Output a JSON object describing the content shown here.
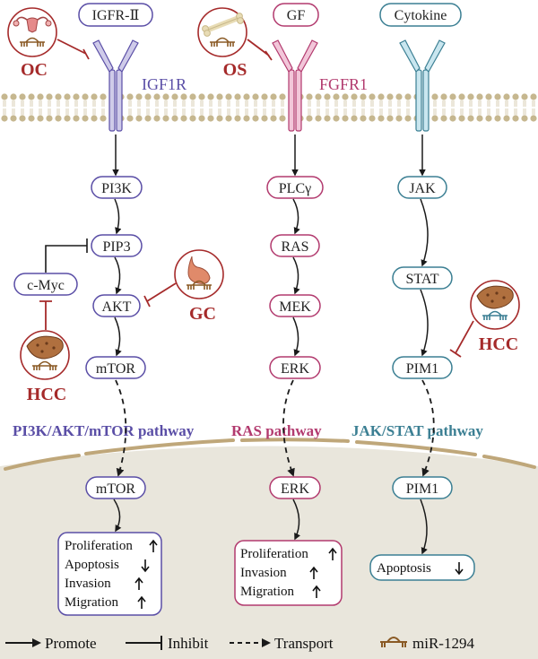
{
  "ligands": {
    "igf": "IGFR-Ⅱ",
    "gf": "GF",
    "cytokine": "Cytokine"
  },
  "receptors": {
    "igf1r": "IGF1R",
    "fgfr1": "FGFR1"
  },
  "sites": {
    "oc": "OC",
    "os": "OS",
    "gc": "GC",
    "hcc_left": "HCC",
    "hcc_right": "HCC"
  },
  "pi3k_path": {
    "pi3k": "PI3K",
    "pip3": "PIP3",
    "akt": "AKT",
    "mtor": "mTOR",
    "cmyc": "c-Myc",
    "label": "PI3K/AKT/mTOR pathway",
    "nuclear": "mTOR",
    "outputs": [
      "Proliferation",
      "Apoptosis",
      "Invasion",
      "Migration"
    ]
  },
  "ras_path": {
    "plc": "PLCγ",
    "ras": "RAS",
    "mek": "MEK",
    "erk": "ERK",
    "label": "RAS pathway",
    "nuclear": "ERK",
    "outputs": [
      "Proliferation",
      "Invasion",
      "Migration"
    ]
  },
  "jak_path": {
    "jak": "JAK",
    "stat": "STAT",
    "pim1": "PIM1",
    "label": "JAK/STAT pathway",
    "nuclear": "PIM1",
    "outputs": [
      "Apoptosis"
    ]
  },
  "legend": {
    "promote": "Promote",
    "inhibit": "Inhibit",
    "transport": "Transport",
    "mirna": "miR-1294"
  },
  "colors": {
    "pi3k": "#5a4ea6",
    "ras": "#b23a6e",
    "jak": "#3b7f93",
    "mirna_site": "#a52a2a",
    "membrane": "#c8b893",
    "nucleus": "#e9e6dc"
  }
}
